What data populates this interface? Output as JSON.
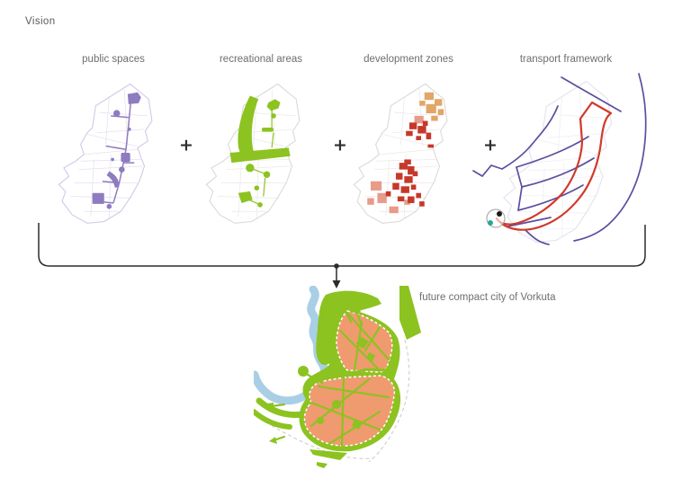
{
  "header": {
    "title": "Vision"
  },
  "panels": [
    {
      "id": "public-spaces",
      "label": "public spaces"
    },
    {
      "id": "recreational-areas",
      "label": "recreational areas"
    },
    {
      "id": "development-zones",
      "label": "development zones"
    },
    {
      "id": "transport-framework",
      "label": "transport framework"
    }
  ],
  "operators": {
    "plus": "+"
  },
  "result": {
    "label": "future compact city of Vorkuta"
  },
  "colors": {
    "public_spaces_purple": "#8f7bc0",
    "recreational_green": "#8cc320",
    "development_tan": "#e2a666",
    "development_red": "#c63829",
    "development_salmon": "#e89b8b",
    "transport_line_purple": "#5b4f9e",
    "transport_route_red": "#d03a2b",
    "poi_teal": "#2aa79b",
    "river_blue": "#a9cfe7",
    "plan_green": "#8cc320",
    "plan_orange": "#f09a70",
    "bracket_black": "#2b2b2b",
    "text_gray": "#6d6e71"
  }
}
